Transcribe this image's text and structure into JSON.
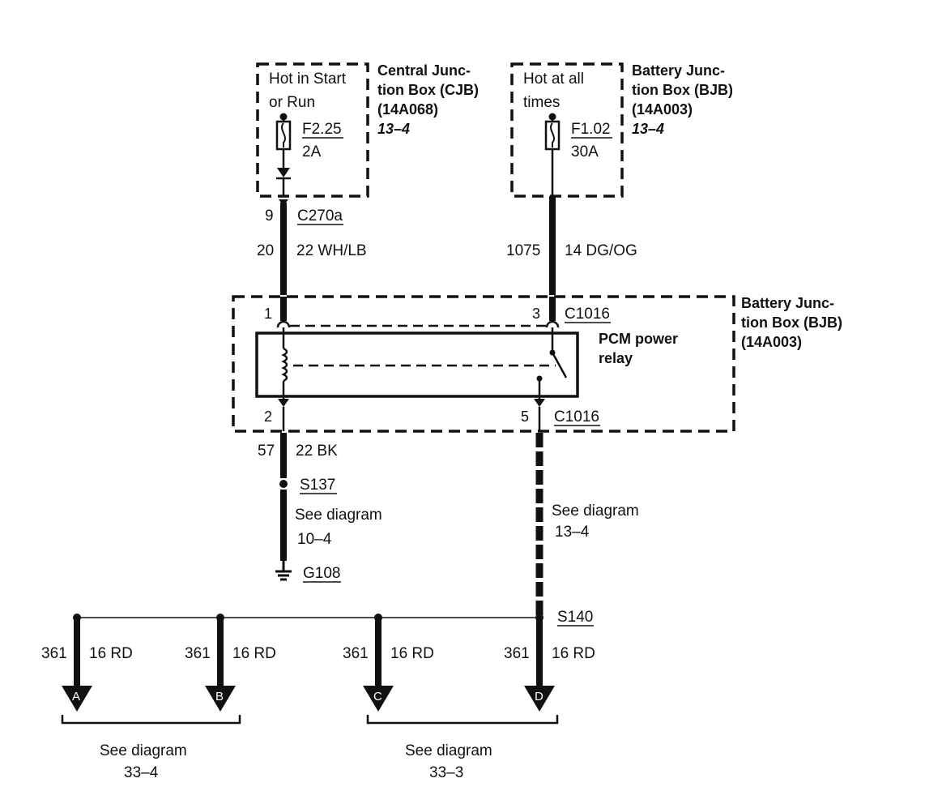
{
  "cjb": {
    "supply": [
      "Hot in Start",
      "or Run"
    ],
    "title": [
      "Central Junc-",
      "tion Box (CJB)",
      "(14A068)"
    ],
    "ref": "13–4",
    "fuse_id": "F2.25",
    "fuse_rating": "2A"
  },
  "bjb_top": {
    "supply": [
      "Hot at all",
      "times"
    ],
    "title": [
      "Battery Junc-",
      "tion Box (BJB)",
      "(14A003)"
    ],
    "ref": "13–4",
    "fuse_id": "F1.02",
    "fuse_rating": "30A"
  },
  "connector_c270a": {
    "pin": "9",
    "id": "C270a"
  },
  "wire_20": {
    "circuit": "20",
    "spec": "22 WH/LB"
  },
  "wire_1075": {
    "circuit": "1075",
    "spec": "14 DG/OG"
  },
  "bjb_relay": {
    "title": [
      "Battery Junc-",
      "tion Box (BJB)",
      "(14A003)"
    ],
    "relay_name": [
      "PCM power",
      "relay"
    ],
    "pin1": "1",
    "pin2": "2",
    "pin3": "3",
    "pin5": "5",
    "connector_top": "C1016",
    "connector_bottom": "C1016"
  },
  "wire_57": {
    "circuit": "57",
    "spec": "22 BK"
  },
  "splice_s137": {
    "id": "S137",
    "see": [
      "See diagram",
      "10–4"
    ]
  },
  "ground_g108": {
    "id": "G108"
  },
  "right_feed_ref": {
    "see": [
      "See diagram",
      "13–4"
    ]
  },
  "splice_s140": {
    "id": "S140"
  },
  "outputs": [
    {
      "circuit": "361",
      "spec": "16 RD",
      "letter": "A"
    },
    {
      "circuit": "361",
      "spec": "16 RD",
      "letter": "B"
    },
    {
      "circuit": "361",
      "spec": "16 RD",
      "letter": "C"
    },
    {
      "circuit": "361",
      "spec": "16 RD",
      "letter": "D"
    }
  ],
  "group_left": {
    "see": [
      "See diagram",
      "33–4"
    ]
  },
  "group_right": {
    "see": [
      "See diagram",
      "33–3"
    ]
  }
}
